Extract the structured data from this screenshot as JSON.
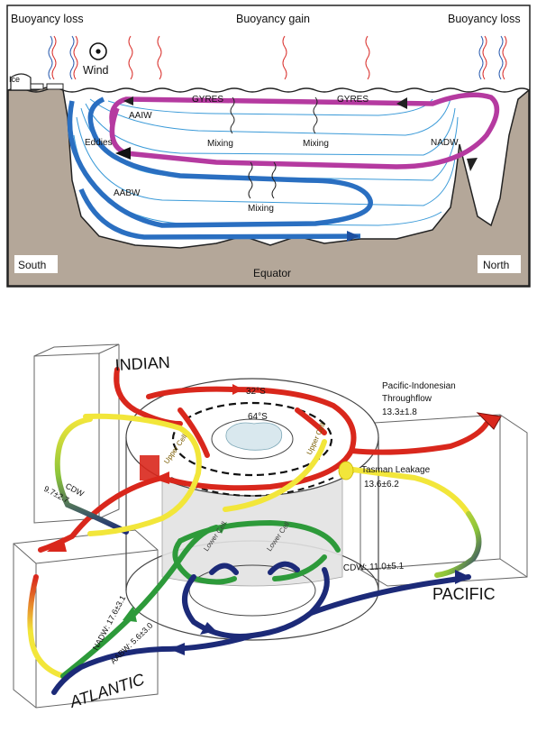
{
  "top_panel": {
    "labels": {
      "buoyancy_loss_left": "Buoyancy loss",
      "buoyancy_gain": "Buoyancy gain",
      "buoyancy_loss_right": "Buoyancy loss",
      "wind": "Wind",
      "ice": "Ice",
      "aaiw": "AAIW",
      "gyres_1": "GYRES",
      "gyres_2": "GYRES",
      "eddies": "Eddies",
      "mixing_1": "Mixing",
      "mixing_2": "Mixing",
      "mixing_3": "Mixing",
      "nadw": "NADW",
      "aabw": "AABW",
      "south": "South",
      "north": "North",
      "equator": "Equator"
    },
    "colors": {
      "seafloor": "#b4a799",
      "upper_cell": "#b53aa0",
      "lower_cell": "#2a6fc1",
      "isopycnal": "#3a9ad8",
      "heat_flux": "#d9302c",
      "freshwater_flux": "#2f5fb0"
    }
  },
  "bottom_panel": {
    "labels": {
      "indian": "INDIAN",
      "pacific": "PACIFIC",
      "atlantic": "ATLANTIC",
      "lat_32s": "32°S",
      "lat_64s": "64°S",
      "throughflow_title_1": "Pacific-Indonesian",
      "throughflow_title_2": "Throughflow",
      "throughflow_value": "13.3±1.8",
      "tasman_title": "Tasman Leakage",
      "tasman_value": "13.6±6.2",
      "cdw_indian": "CDW",
      "cdw_indian_value": "9.7±2.7",
      "cdw_pacific": "CDW: 11.0±5.1",
      "nadw": "NADW: 17.6±3.1",
      "aabw": "AABW: 5.6±3.0",
      "upper_cell_1": "Upper Cell",
      "upper_cell_2": "Upper Cell",
      "lower_cell_1": "Lower Cell",
      "lower_cell_2": "Lower Cell"
    },
    "colors": {
      "red": "#d9271c",
      "yellow": "#f2e63a",
      "green": "#2d9a3a",
      "navy": "#1c2a78"
    }
  }
}
